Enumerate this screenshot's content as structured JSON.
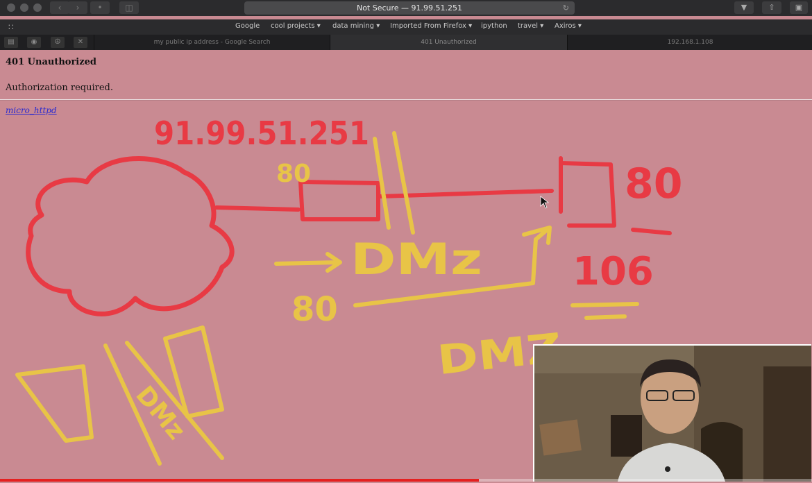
{
  "browser": {
    "address": "Not Secure — 91.99.51.251",
    "bookmarks": [
      "Google",
      "cool projects ▾",
      "data mining ▾",
      "Imported From Firefox ▾",
      "ipython",
      "travel ▾",
      "Axiros ▾"
    ],
    "tabs": [
      "my public ip address - Google Search",
      "401 Unauthorized",
      "192.168.1.108"
    ]
  },
  "page": {
    "title": "401 Unauthorized",
    "message": "Authorization required.",
    "link": "micro_httpd"
  },
  "annotations": {
    "ip": "91.99.51.251",
    "port_80_a": "80",
    "port_80_b": "80",
    "port_80_c": "80",
    "dmz_1": "DMz",
    "dmz_2": "DMZ",
    "dmz_3": "DMz",
    "host": "106",
    "red": "#e83a44",
    "yellow": "#e8c447"
  },
  "video": {
    "progress": 0.59,
    "progress_color": "#e52020"
  }
}
